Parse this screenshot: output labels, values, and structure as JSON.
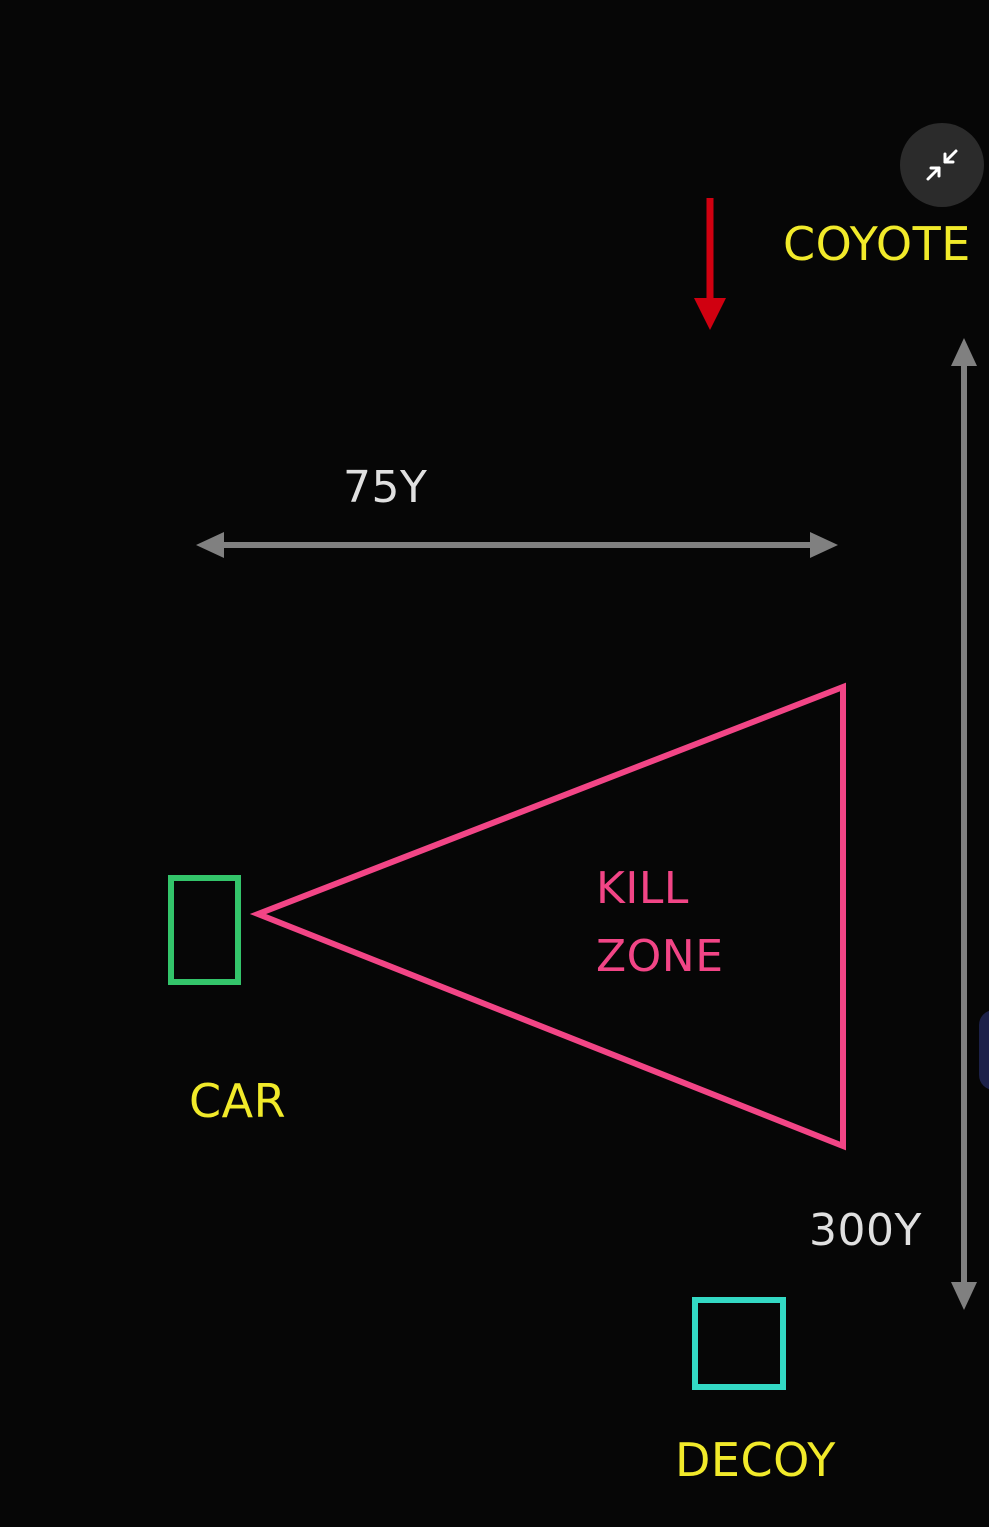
{
  "labels": {
    "coyote": "COYOTE",
    "distance_horizontal": "75Y",
    "kill": "KILL",
    "zone": "ZONE",
    "car": "CAR",
    "distance_vertical": "300Y",
    "decoy": "DECOY"
  },
  "colors": {
    "background": "#060606",
    "label_yellow": "#f1ea2a",
    "label_gray": "#e0e0e0",
    "kill_zone_pink": "#f24586",
    "car_green": "#33c46a",
    "decoy_cyan": "#33d9c4",
    "coyote_arrow_red": "#d00010",
    "dimension_gray": "#808080"
  },
  "icons": {
    "collapse": "collapse-arrows-icon"
  }
}
